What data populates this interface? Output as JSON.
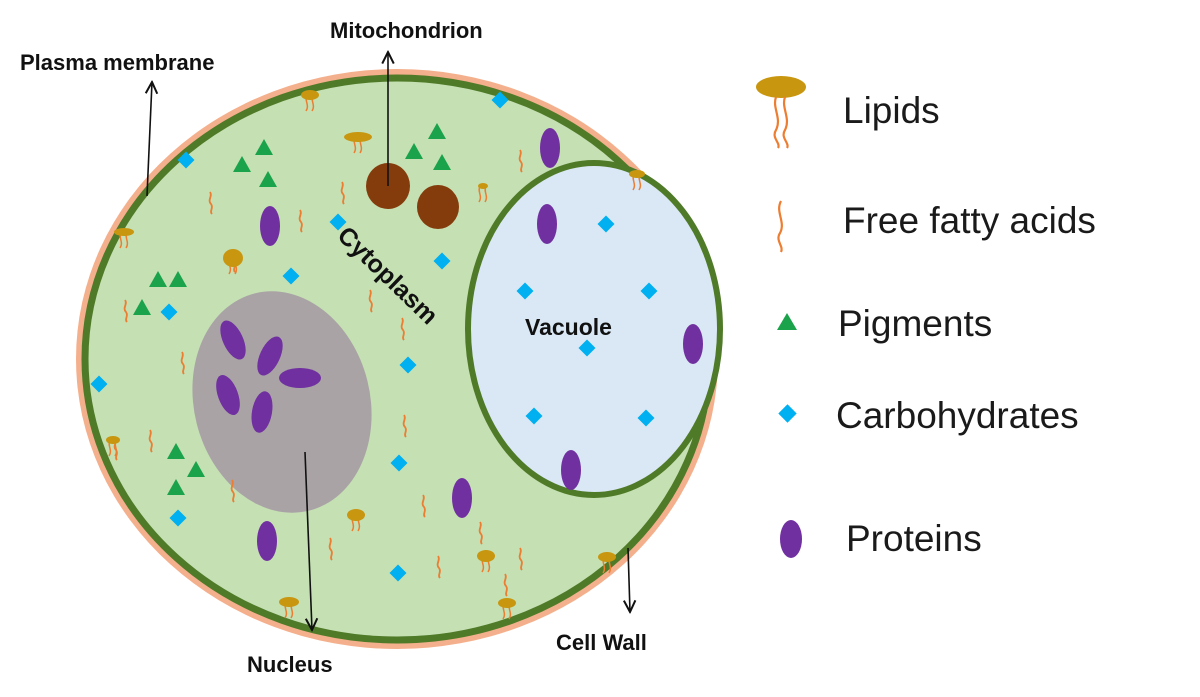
{
  "colors": {
    "cell_wall": "#f4b08c",
    "plasma_membrane": "#4f7a28",
    "cytoplasm": "#c5e0b3",
    "vacuole_fill": "#dae8f5",
    "nucleus_fill": "#a9a3a6",
    "protein": "#7030a0",
    "carbohydrate": "#00b0f0",
    "pigment": "#1aa34a",
    "lipid_head": "#c8960f",
    "fatty_acid": "#ed7d31",
    "mitochondrion": "#843c0c"
  },
  "labels": {
    "plasma_membrane": "Plasma membrane",
    "mitochondrion": "Mitochondrion",
    "cytoplasm": "Cytoplasm",
    "vacuole": "Vacuole",
    "nucleus": "Nucleus",
    "cell_wall": "Cell Wall"
  },
  "legend": [
    {
      "icon": "lipid-icon",
      "label": "Lipids"
    },
    {
      "icon": "fatty-acid-icon",
      "label": "Free fatty acids"
    },
    {
      "icon": "pigment-icon",
      "label": "Pigments"
    },
    {
      "icon": "carbohydrate-icon",
      "label": "Carbohydrates"
    },
    {
      "icon": "protein-icon",
      "label": "Proteins"
    }
  ]
}
